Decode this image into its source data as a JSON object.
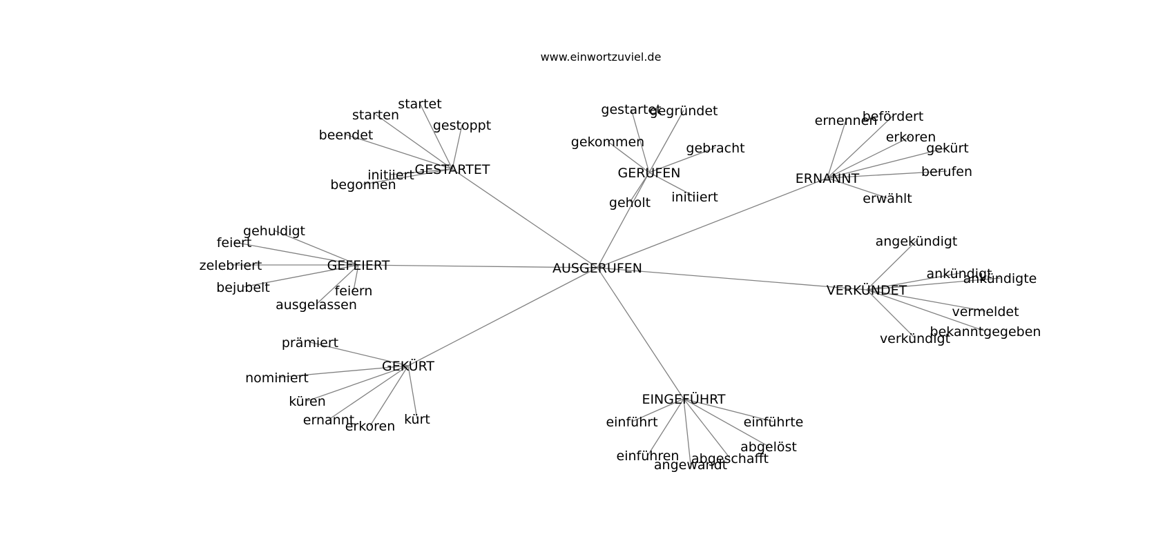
{
  "site_label": "www.einwortzuviel.de",
  "graph": {
    "center": "AUSGERUFEN",
    "clusters": [
      {
        "hub": "GESTARTET",
        "leaves": [
          "startet",
          "starten",
          "gestoppt",
          "beendet",
          "initiiert",
          "begonnen"
        ]
      },
      {
        "hub": "GERUFEN",
        "leaves": [
          "gestartet",
          "gegründet",
          "gekommen",
          "gebracht",
          "initiiert",
          "geholt"
        ]
      },
      {
        "hub": "ERNANNT",
        "leaves": [
          "ernennen",
          "befördert",
          "erkoren",
          "gekürt",
          "berufen",
          "erwählt"
        ]
      },
      {
        "hub": "GEFEIERT",
        "leaves": [
          "gehuldigt",
          "feiert",
          "zelebriert",
          "bejubelt",
          "feiern",
          "ausgelassen"
        ]
      },
      {
        "hub": "VERKÜNDET",
        "leaves": [
          "angekündigt",
          "ankündigt",
          "ankündigte",
          "vermeldet",
          "bekanntgegeben",
          "verkündigt"
        ]
      },
      {
        "hub": "GEKÜRT",
        "leaves": [
          "prämiert",
          "nominiert",
          "küren",
          "ernannt",
          "erkoren",
          "kürt"
        ]
      },
      {
        "hub": "EINGEFÜHRT",
        "leaves": [
          "einführt",
          "einführte",
          "abgelöst",
          "einführen",
          "abgeschafft",
          "angewandt"
        ]
      }
    ]
  }
}
